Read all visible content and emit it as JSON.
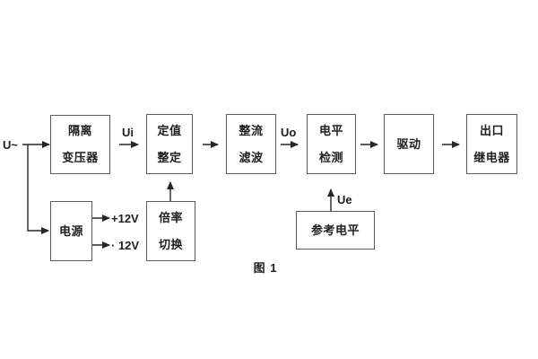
{
  "figure": {
    "caption": "图 1"
  },
  "diagram": {
    "source_label": "U~",
    "boxes": [
      {
        "id": "isolation-transformer",
        "line1": "隔离",
        "line2": "变压器"
      },
      {
        "id": "value-setting",
        "line1": "定值",
        "line2": "整定"
      },
      {
        "id": "rectifier-filter",
        "line1": "整流",
        "line2": "滤波"
      },
      {
        "id": "level-detection",
        "line1": "电平",
        "line2": "检测"
      },
      {
        "id": "driver",
        "line1": "驱动"
      },
      {
        "id": "output-relay",
        "line1": "出口",
        "line2": "继电器"
      },
      {
        "id": "power-supply",
        "line1": "电源"
      },
      {
        "id": "ratio-switch",
        "line1": "倍率",
        "line2": "切换"
      },
      {
        "id": "reference-level",
        "line1": "参考电平"
      }
    ],
    "signal_labels": {
      "ui": "Ui",
      "uo": "Uo",
      "ue": "Ue"
    },
    "power_labels": {
      "positive": "+12V",
      "negative": "· 12V"
    },
    "colors": {
      "line": "#262626",
      "box_border": "#5b5b5b",
      "text": "#202020",
      "background": "#ffffff"
    }
  }
}
